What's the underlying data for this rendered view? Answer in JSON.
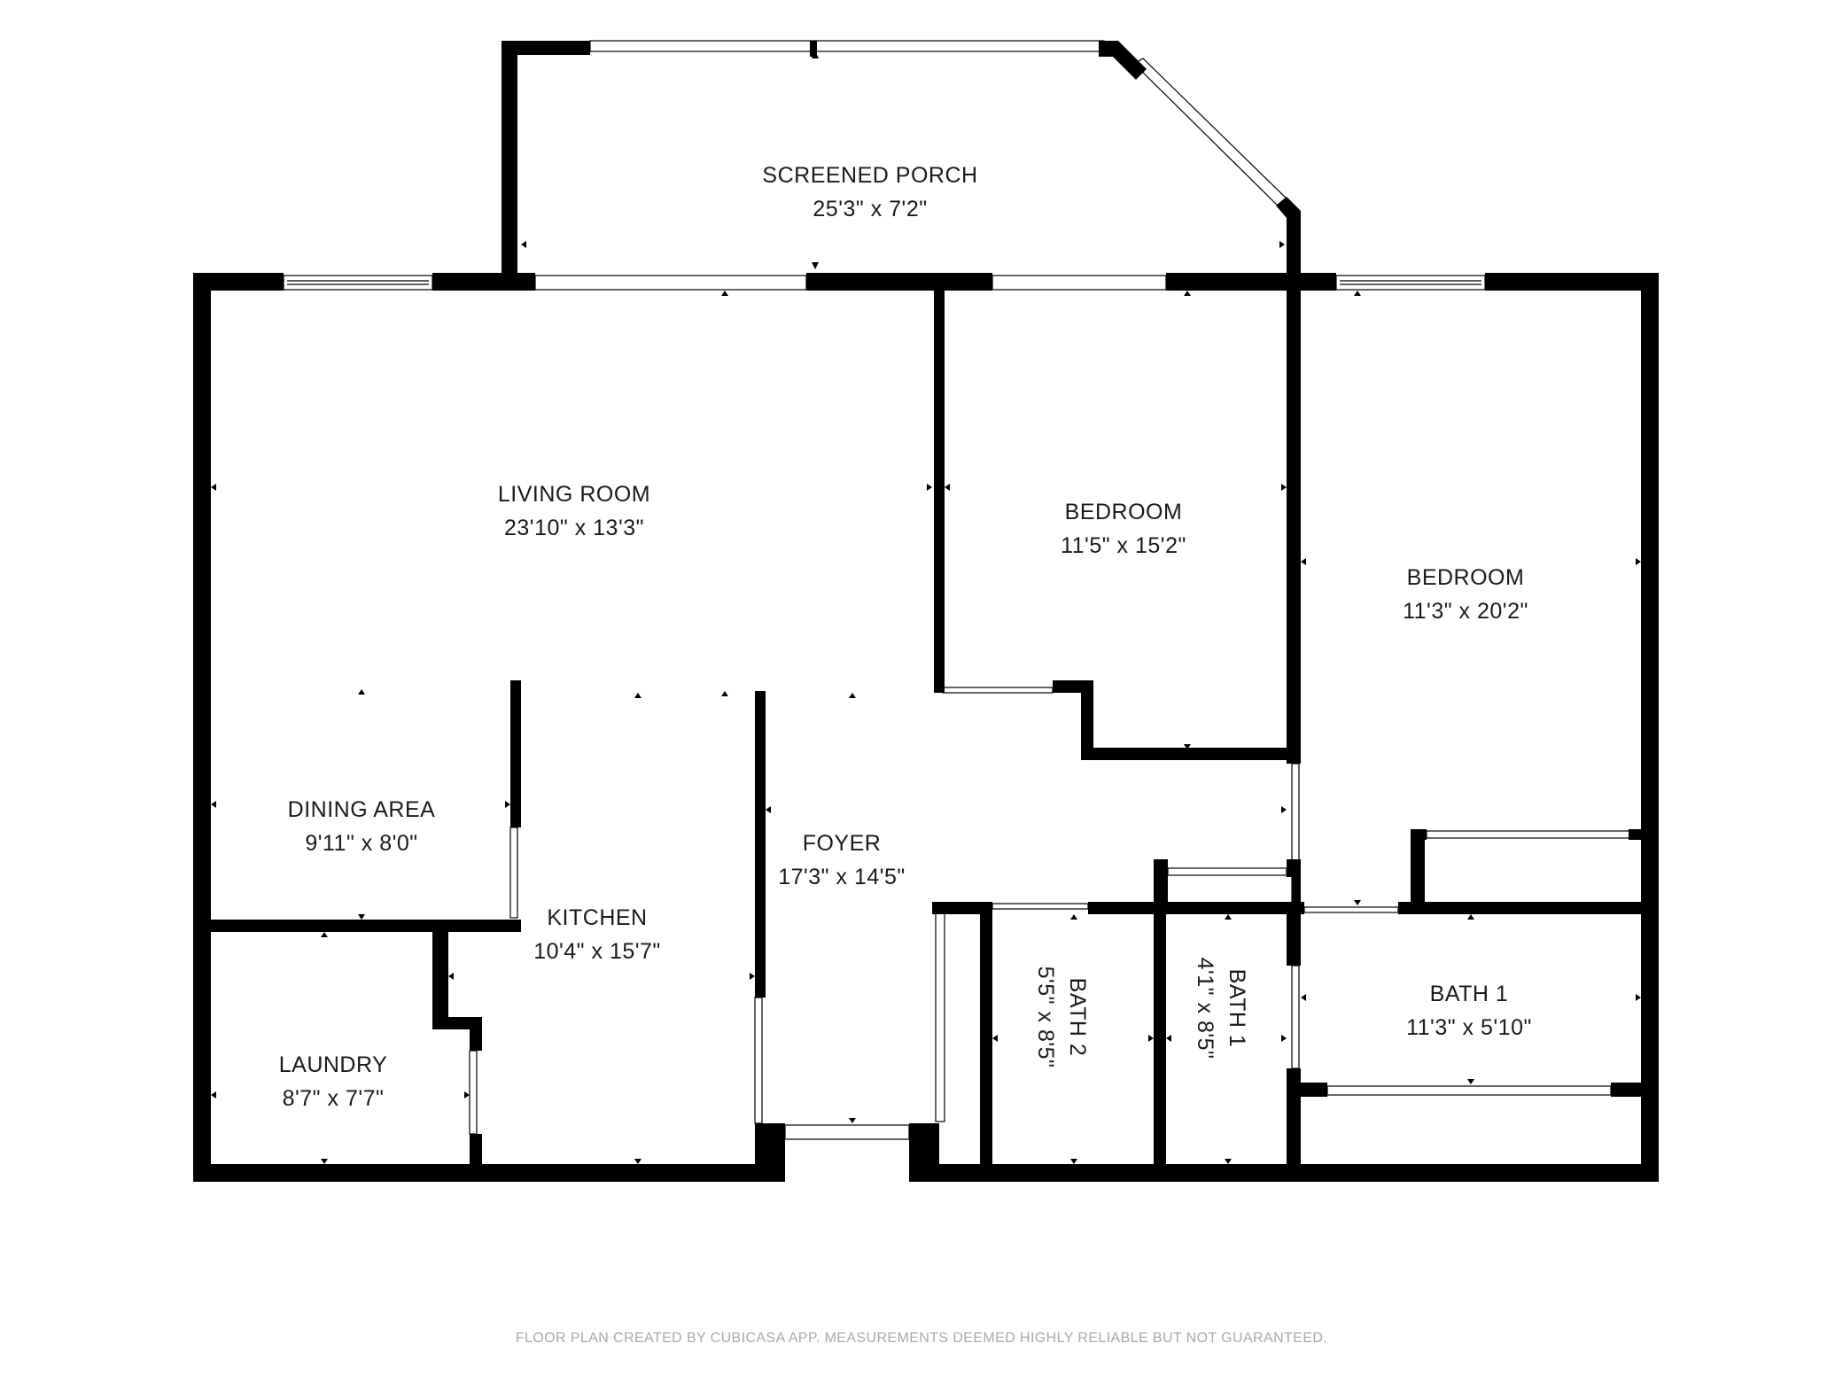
{
  "rooms": [
    {
      "name": "SCREENED PORCH",
      "dims": "25'3\" x 7'2\""
    },
    {
      "name": "LIVING ROOM",
      "dims": "23'10\" x 13'3\""
    },
    {
      "name": "BEDROOM",
      "dims": "11'5\" x 15'2\""
    },
    {
      "name": "BEDROOM",
      "dims": "11'3\" x 20'2\""
    },
    {
      "name": "DINING AREA",
      "dims": "9'11\" x 8'0\""
    },
    {
      "name": "FOYER",
      "dims": "17'3\" x 14'5\""
    },
    {
      "name": "KITCHEN",
      "dims": "10'4\" x 15'7\""
    },
    {
      "name": "BATH 2",
      "dims": "5'5\" x 8'5\""
    },
    {
      "name": "BATH 1",
      "dims": "4'1\" x 8'5\""
    },
    {
      "name": "BATH 1",
      "dims": "11'3\" x 5'10\""
    },
    {
      "name": "LAUNDRY",
      "dims": "8'7\" x 7'7\""
    }
  ],
  "footer": "FLOOR PLAN CREATED BY CUBICASA APP. MEASUREMENTS DEEMED HIGHLY RELIABLE BUT NOT GUARANTEED.",
  "colors": {
    "wall": "#000000",
    "background": "#ffffff",
    "footer_text": "#a9a9a9"
  }
}
